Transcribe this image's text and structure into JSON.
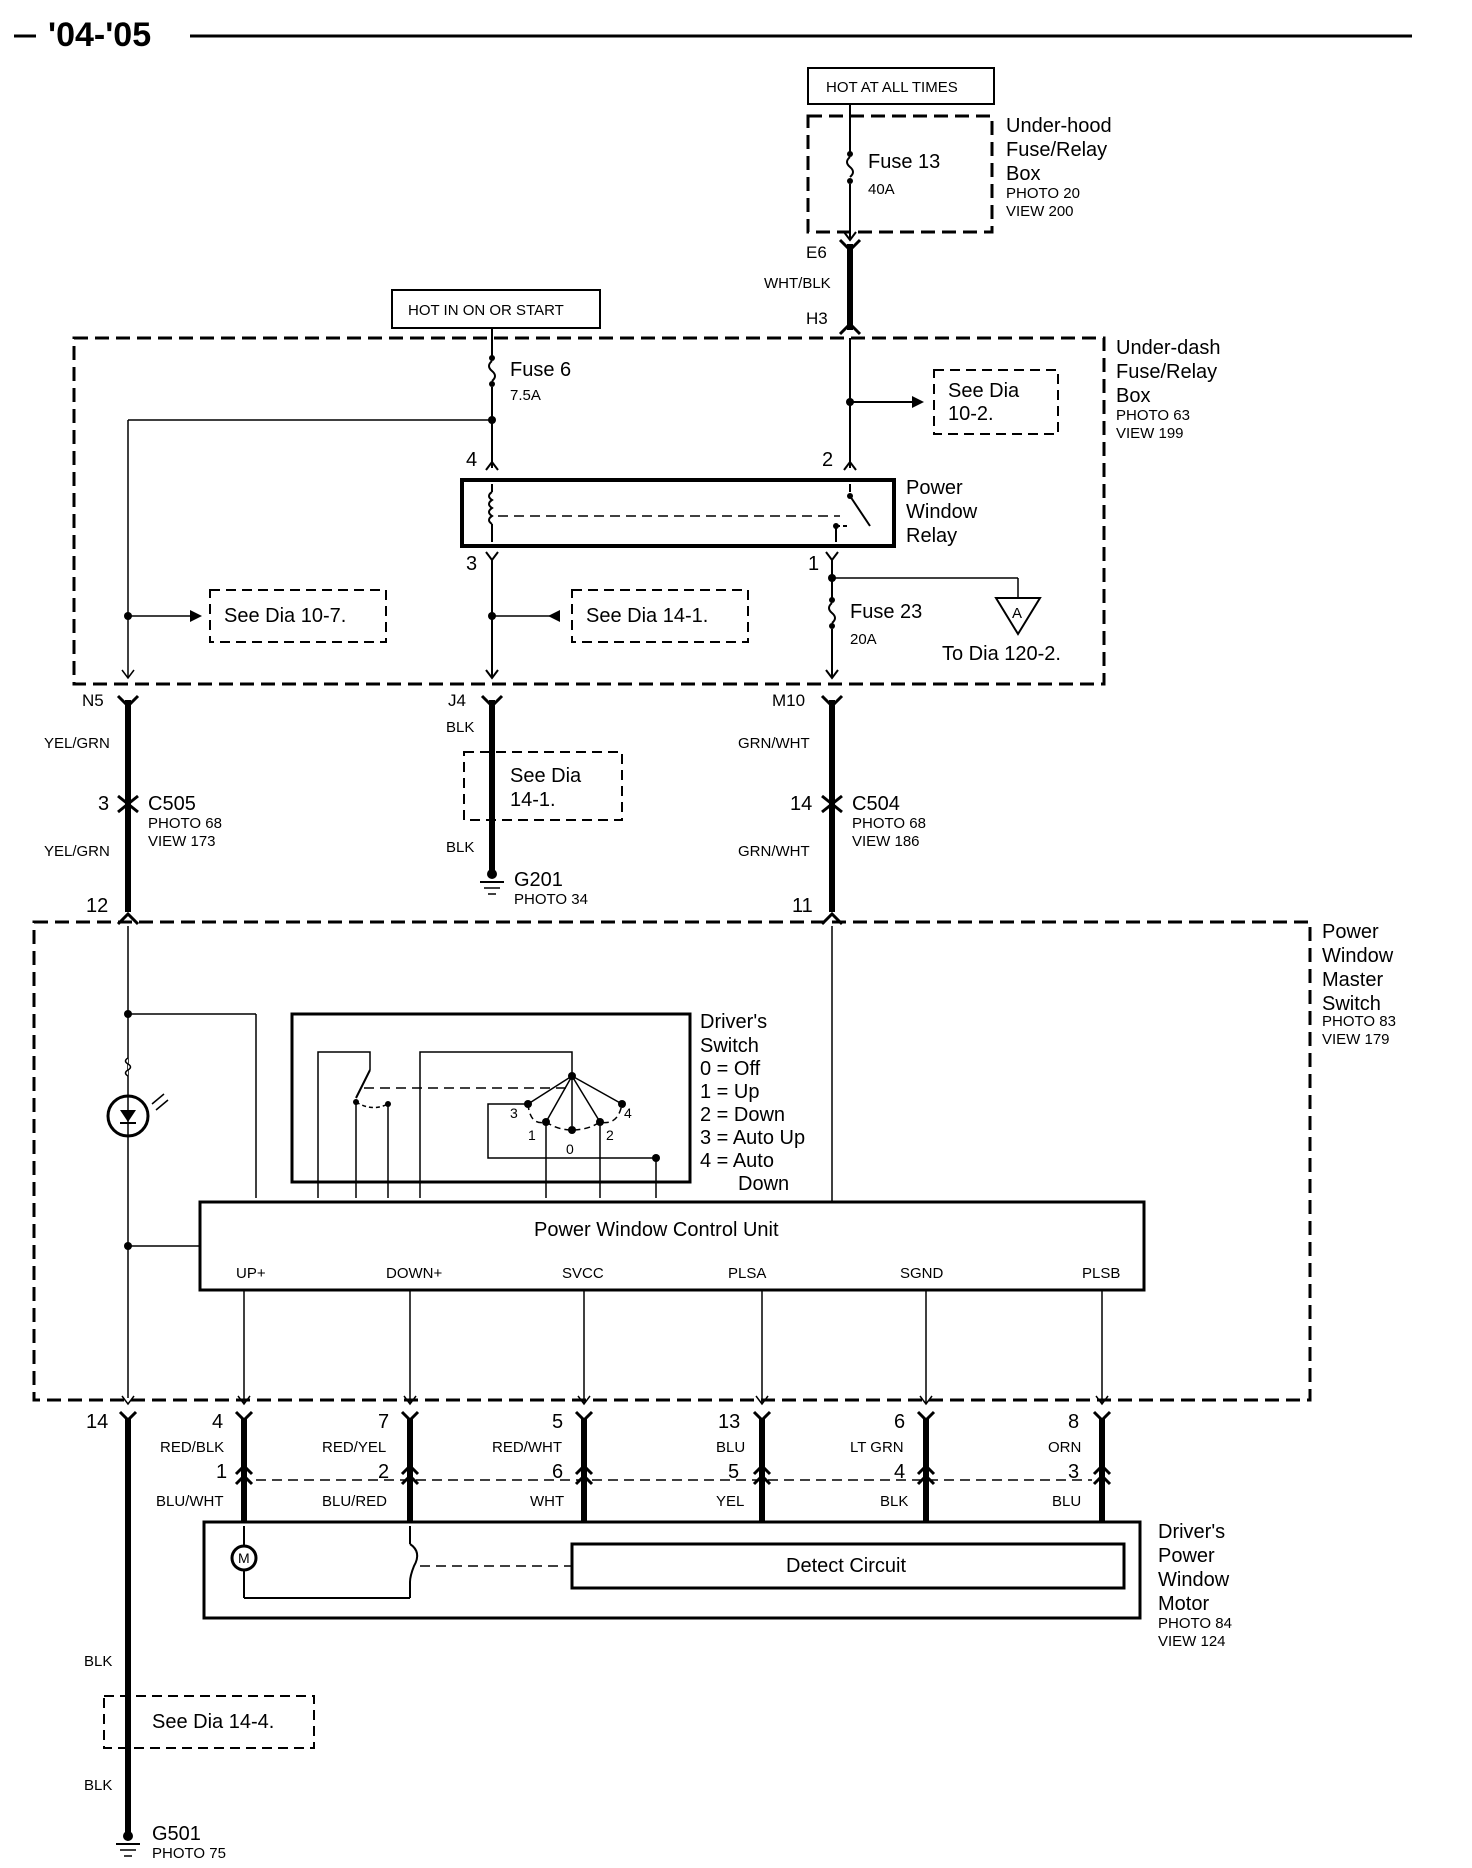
{
  "header": {
    "year_range": "'04-'05"
  },
  "hot_labels": {
    "always": "HOT AT ALL TIMES",
    "on_start": "HOT IN ON OR START"
  },
  "underhood_box": {
    "title_lines": [
      "Under-hood",
      "Fuse/Relay",
      "Box"
    ],
    "photo": "PHOTO 20",
    "view": "VIEW 200",
    "fuse_name": "Fuse 13",
    "fuse_rating": "40A",
    "pin": "E6"
  },
  "wire_e6_h3": "WHT/BLK",
  "underdash_box": {
    "title_lines": [
      "Under-dash",
      "Fuse/Relay",
      "Box"
    ],
    "photo": "PHOTO 63",
    "view": "VIEW 199",
    "pin_h3": "H3",
    "fuse6_name": "Fuse 6",
    "fuse6_rating": "7.5A",
    "fuse23_name": "Fuse 23",
    "fuse23_rating": "20A",
    "see_10_2": [
      "See Dia",
      "10-2."
    ],
    "see_10_7": "See Dia 10-7.",
    "see_14_1": "See Dia 14-1.",
    "to_120_2": "To Dia 120-2.",
    "connector_a": "A"
  },
  "relay": {
    "title_lines": [
      "Power",
      "Window",
      "Relay"
    ],
    "pins": [
      "4",
      "2",
      "3",
      "1"
    ]
  },
  "left_branch": {
    "pin": "N5",
    "wire1": "YEL/GRN",
    "conn_pin": "3",
    "conn": "C505",
    "photo": "PHOTO 68",
    "view": "VIEW 173",
    "wire2": "YEL/GRN",
    "pin12": "12"
  },
  "mid_branch": {
    "pin": "J4",
    "wire1": "BLK",
    "see": [
      "See Dia",
      "14-1."
    ],
    "wire2": "BLK",
    "ground": "G201",
    "photo": "PHOTO 34"
  },
  "right_branch": {
    "pin": "M10",
    "wire1": "GRN/WHT",
    "conn_pin": "14",
    "conn": "C504",
    "photo": "PHOTO 68",
    "view": "VIEW 186",
    "wire2": "GRN/WHT",
    "pin11": "11"
  },
  "master_switch": {
    "title_lines": [
      "Power",
      "Window",
      "Master",
      "Switch"
    ],
    "photo": "PHOTO 83",
    "view": "VIEW 179"
  },
  "drivers_switch": {
    "legend": [
      "Driver's",
      "Switch",
      "0 = Off",
      "1 = Up",
      "2 = Down",
      "3 = Auto Up",
      "4 = Auto",
      "Down"
    ],
    "positions": [
      "3",
      "1",
      "0",
      "2",
      "4"
    ]
  },
  "control_unit": {
    "title": "Power Window Control Unit",
    "terminals": [
      "UP+",
      "DOWN+",
      "SVCC",
      "PLSA",
      "SGND",
      "PLSB"
    ]
  },
  "lower_wires": [
    {
      "top_pin": "4",
      "top_color": "RED/BLK",
      "bot_pin": "1",
      "bot_color": "BLU/WHT"
    },
    {
      "top_pin": "7",
      "top_color": "RED/YEL",
      "bot_pin": "2",
      "bot_color": "BLU/RED"
    },
    {
      "top_pin": "5",
      "top_color": "RED/WHT",
      "bot_pin": "6",
      "bot_color": "WHT"
    },
    {
      "top_pin": "13",
      "top_color": "BLU",
      "bot_pin": "5",
      "bot_color": "YEL"
    },
    {
      "top_pin": "6",
      "top_color": "LT GRN",
      "bot_pin": "4",
      "bot_color": "BLK"
    },
    {
      "top_pin": "8",
      "top_color": "ORN",
      "bot_pin": "3",
      "bot_color": "BLU"
    }
  ],
  "ground_branch": {
    "pin14": "14",
    "wire1": "BLK",
    "see": "See Dia 14-4.",
    "wire2": "BLK",
    "ground": "G501",
    "photo": "PHOTO 75"
  },
  "motor": {
    "title_lines": [
      "Driver's",
      "Power",
      "Window",
      "Motor"
    ],
    "photo": "PHOTO 84",
    "view": "VIEW 124",
    "detect_circuit": "Detect Circuit",
    "motor_symbol": "M"
  }
}
